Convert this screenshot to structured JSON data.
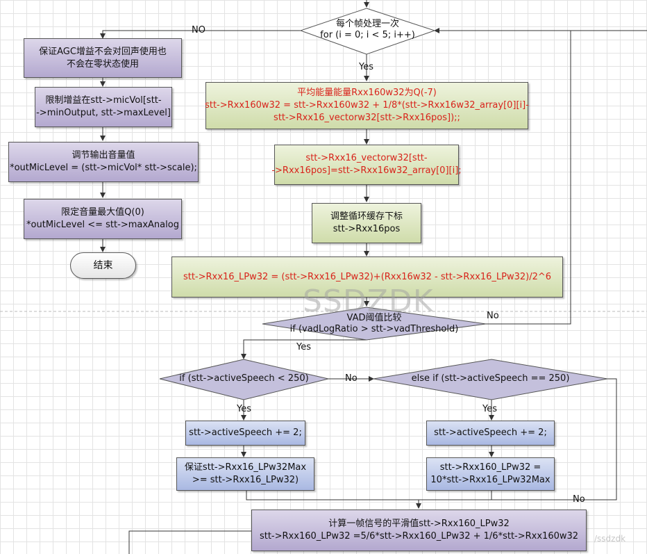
{
  "left": {
    "box1": [
      "保证AGC增益不会对回声使用也",
      "不会在零状态使用"
    ],
    "box2": [
      "限制增益在stt->micVol[stt-",
      "->minOutput, stt->maxLevel]"
    ],
    "box3": [
      "调节输出音量值",
      "*outMicLevel = (stt->micVol* stt->scale);"
    ],
    "box4": [
      "限定音量最大值Q(0)",
      "*outMicLevel <= stt->maxAnalog"
    ],
    "end": "结束"
  },
  "top": {
    "decision": [
      "每个帧处理一次",
      "for (i = 0; i < 5; i++)"
    ],
    "no_label": "NO",
    "yes_label": "Yes",
    "box_avg": [
      "平均能量能量Rxx160w32为Q(-7)",
      "stt->Rxx160w32 = stt->Rxx160w32 + 1/8*(stt->Rxx16w32_array[0][i]-",
      "stt->Rxx16_vectorw32[stt->Rxx16pos]);;"
    ],
    "box_vec": [
      "stt->Rxx16_vectorw32[stt-",
      "->Rxx16pos]=stt->Rxx16w32_array[0][i];"
    ],
    "box_pos": [
      "调整循环缓存下标",
      "stt->Rxx16pos"
    ],
    "box_lpw": "stt->Rxx16_LPw32 = (stt->Rxx16_LPw32)+(Rxx16w32 - stt->Rxx16_LPw32)/2^6"
  },
  "vad": {
    "decision": [
      "VAD阈值比较",
      "if (vadLogRatio > stt->vadThreshold)"
    ],
    "yes_label": "Yes",
    "no_label": "No"
  },
  "speech": {
    "left_decision": "if (stt->activeSpeech < 250)",
    "left_no": "No",
    "left_yes": "Yes",
    "right_decision": "else if (stt->activeSpeech == 250)",
    "right_yes": "Yes",
    "right_no": "No",
    "left_inc": "stt->activeSpeech += 2;",
    "right_inc": "stt->activeSpeech += 2;",
    "left_ensure": [
      "保证stt->Rxx16_LPw32Max",
      ">= stt->Rxx16_LPw32)"
    ],
    "right_set": [
      "stt->Rxx160_LPw32 =",
      "10*stt->Rxx16_LPw32Max"
    ]
  },
  "bottom": {
    "smooth": [
      "计算一帧信号的平滑值stt->Rxx160_LPw32",
      "stt->Rxx160_LPw32 =5/6*stt->Rxx160_LPw32 + 1/6*stt->Rxx160w32"
    ]
  },
  "watermark": "SSDZDK",
  "watermark_small": "/ssdzdk",
  "colors": {
    "purple_fill": "#b3a8cf",
    "green_fill": "#cfdcaa",
    "blue_fill": "#a9b8e2",
    "red_text": "#d8231b",
    "grid": "#e3e3e3"
  }
}
